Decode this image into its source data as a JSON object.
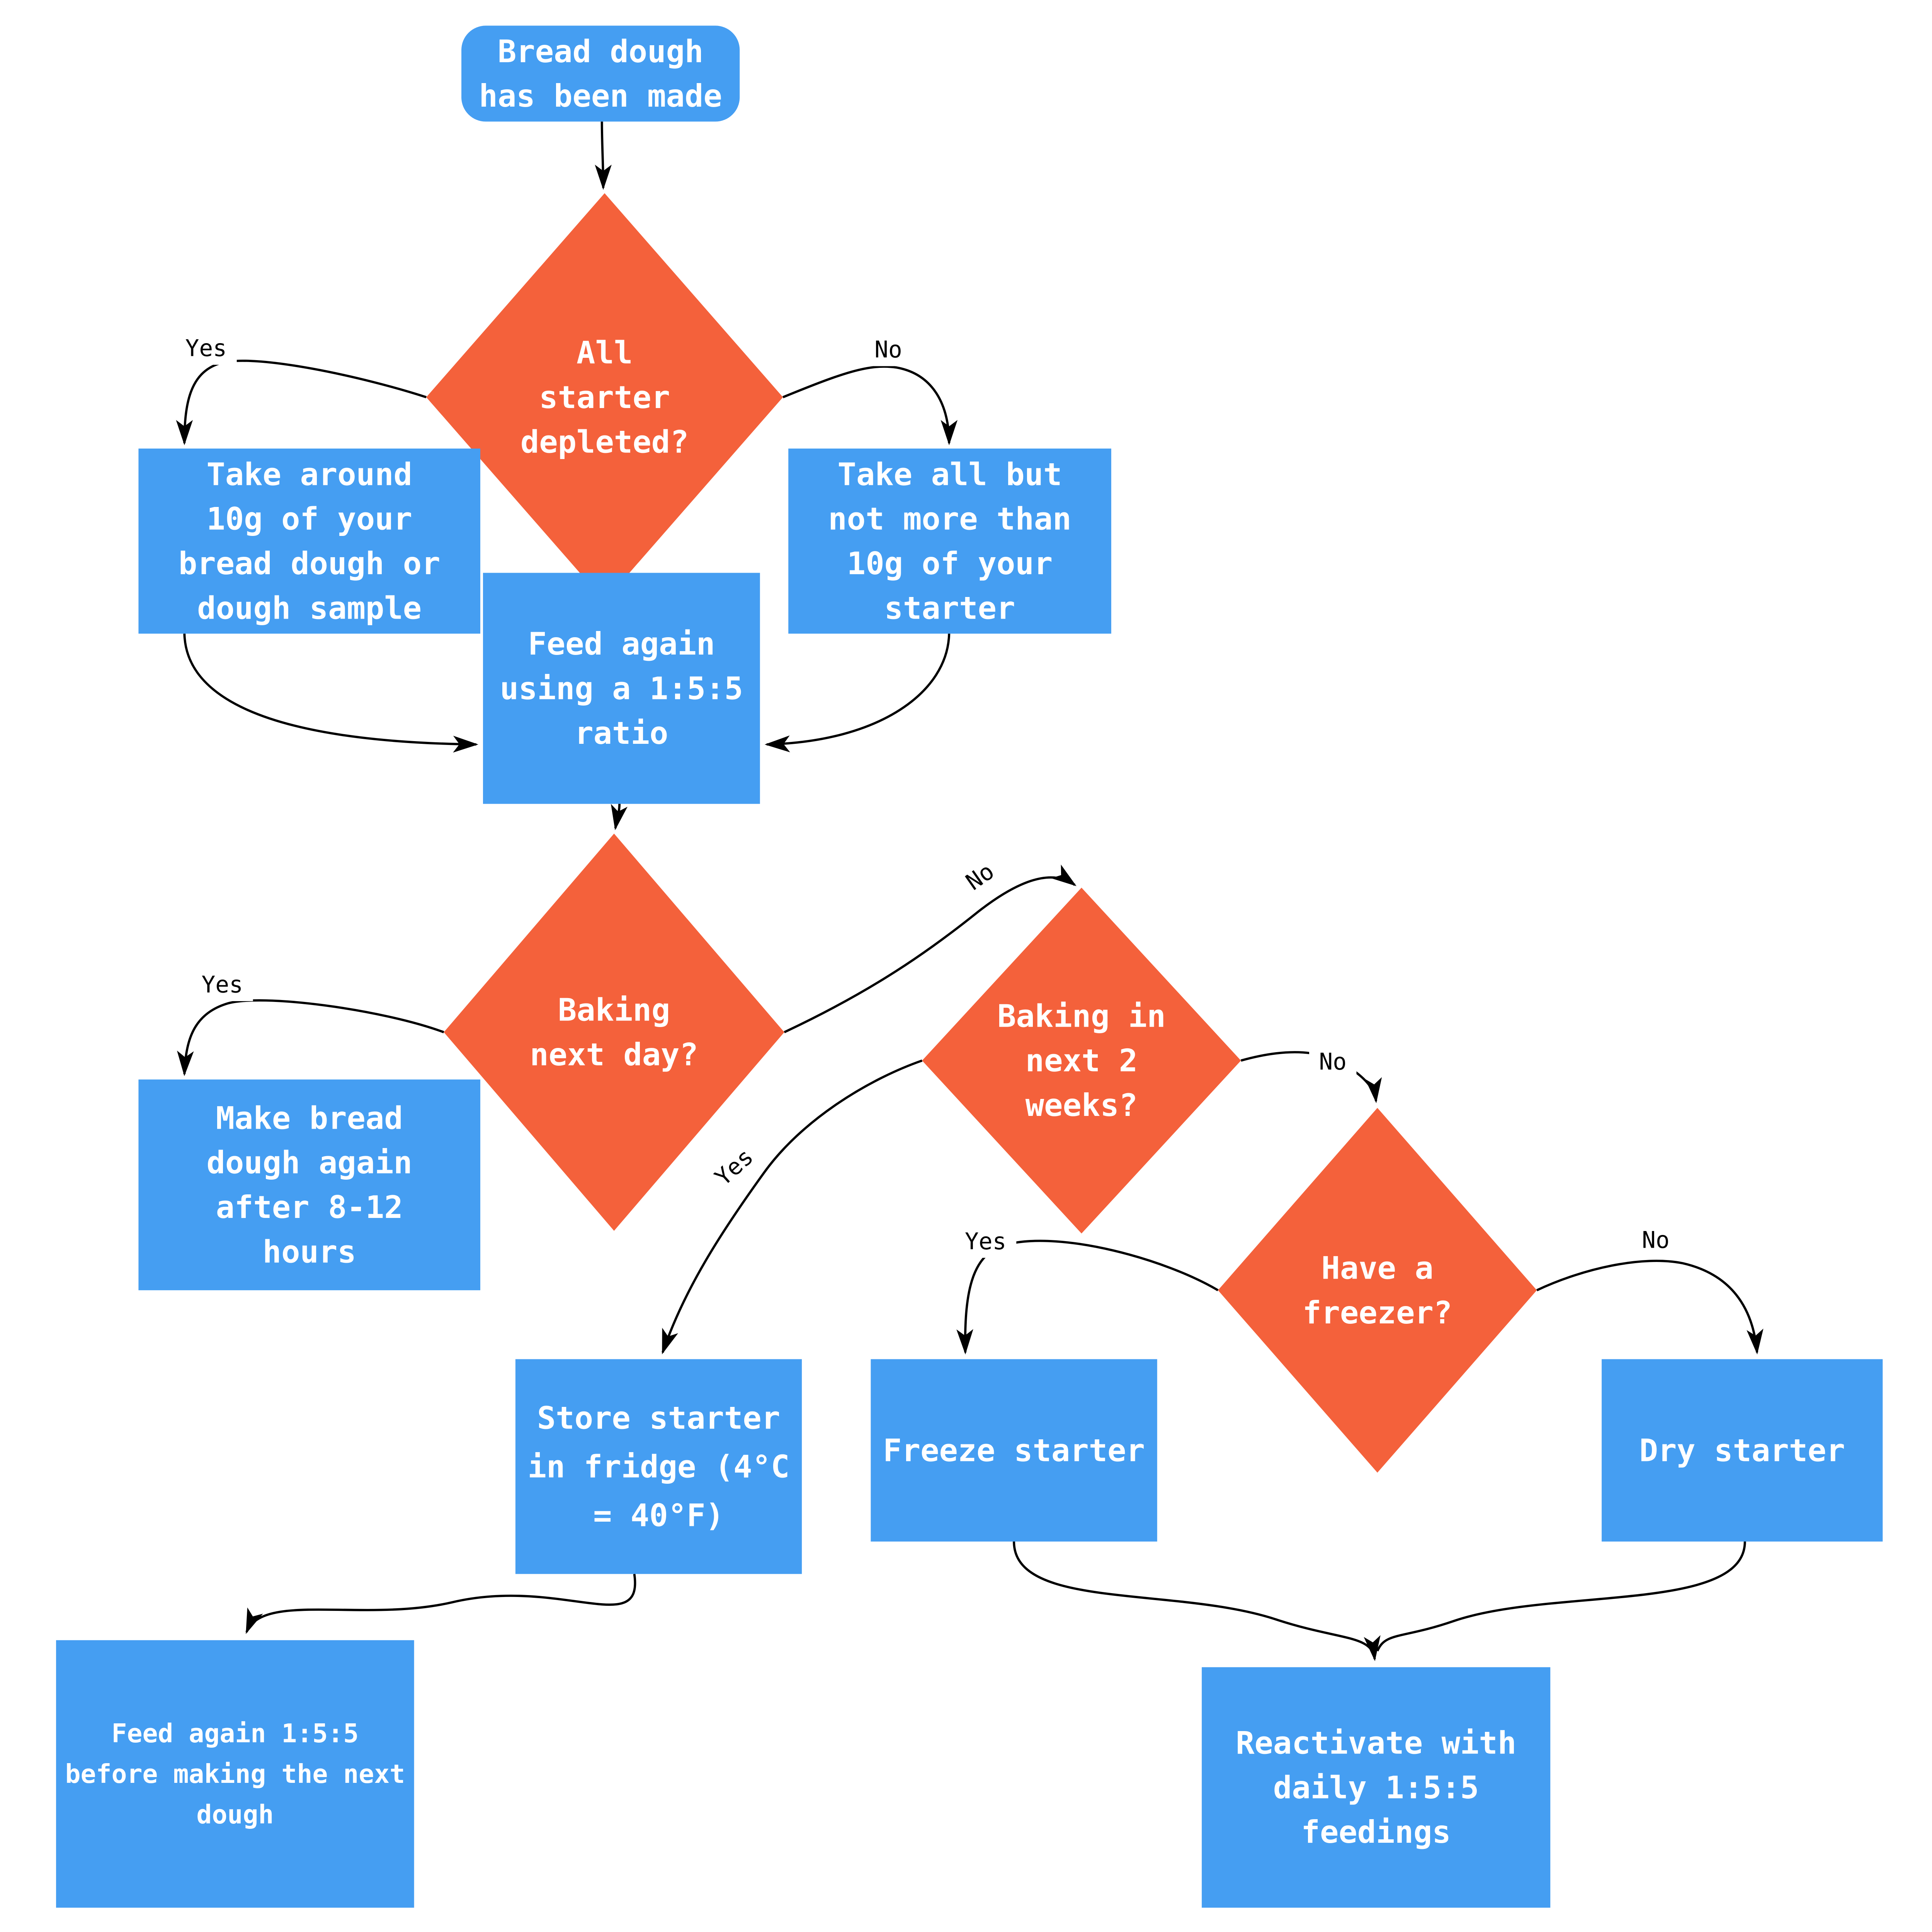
{
  "diagram": {
    "title": "",
    "colors": {
      "process_fill": "#459ef2",
      "decision_fill": "#f4613b",
      "node_text": "#ffffff",
      "edge_stroke": "#000000",
      "edge_label_text": "#000000",
      "background": "#ffffff"
    },
    "nodes": [
      {
        "id": "start",
        "type": "terminator",
        "lines": [
          "Bread dough",
          "has been made"
        ]
      },
      {
        "id": "d1",
        "type": "decision",
        "lines": [
          "All",
          "starter",
          "depleted?"
        ]
      },
      {
        "id": "take10",
        "type": "process",
        "lines": [
          "Take around",
          "10g of your",
          "bread dough or",
          "dough sample"
        ]
      },
      {
        "id": "takeall",
        "type": "process",
        "lines": [
          "Take all but",
          "not more than",
          "10g of your",
          "starter"
        ]
      },
      {
        "id": "feed155",
        "type": "process",
        "lines": [
          "Feed again",
          "using a 1:5:5",
          "ratio"
        ]
      },
      {
        "id": "d2",
        "type": "decision",
        "lines": [
          "Baking",
          "next day?"
        ]
      },
      {
        "id": "makedough",
        "type": "process",
        "lines": [
          "Make bread",
          "dough again",
          "after 8-12",
          "hours"
        ]
      },
      {
        "id": "d3",
        "type": "decision",
        "lines": [
          "Baking in",
          "next 2",
          "weeks?"
        ]
      },
      {
        "id": "d4",
        "type": "decision",
        "lines": [
          "Have a",
          "freezer?"
        ]
      },
      {
        "id": "fridge",
        "type": "process",
        "lines": [
          "Store starter",
          "in fridge (4°C",
          "= 40°F)"
        ]
      },
      {
        "id": "freeze",
        "type": "process",
        "lines": [
          "Freeze starter"
        ]
      },
      {
        "id": "dry",
        "type": "process",
        "lines": [
          "Dry starter"
        ]
      },
      {
        "id": "feednext",
        "type": "process",
        "lines": [
          "Feed again 1:5:5",
          "before making the next",
          "dough"
        ]
      },
      {
        "id": "reactivate",
        "type": "process",
        "lines": [
          "Reactivate with",
          "daily 1:5:5",
          "feedings"
        ]
      }
    ],
    "edges": [
      {
        "from": "start",
        "to": "d1",
        "label": ""
      },
      {
        "from": "d1",
        "to": "take10",
        "label": "Yes"
      },
      {
        "from": "d1",
        "to": "takeall",
        "label": "No"
      },
      {
        "from": "take10",
        "to": "feed155",
        "label": ""
      },
      {
        "from": "takeall",
        "to": "feed155",
        "label": ""
      },
      {
        "from": "feed155",
        "to": "d2",
        "label": ""
      },
      {
        "from": "d2",
        "to": "makedough",
        "label": "Yes"
      },
      {
        "from": "d2",
        "to": "d3",
        "label": "No"
      },
      {
        "from": "d3",
        "to": "fridge",
        "label": "Yes"
      },
      {
        "from": "d3",
        "to": "d4",
        "label": "No"
      },
      {
        "from": "d4",
        "to": "freeze",
        "label": "Yes"
      },
      {
        "from": "d4",
        "to": "dry",
        "label": "No"
      },
      {
        "from": "fridge",
        "to": "feednext",
        "label": ""
      },
      {
        "from": "freeze",
        "to": "reactivate",
        "label": ""
      },
      {
        "from": "dry",
        "to": "reactivate",
        "label": ""
      }
    ]
  }
}
